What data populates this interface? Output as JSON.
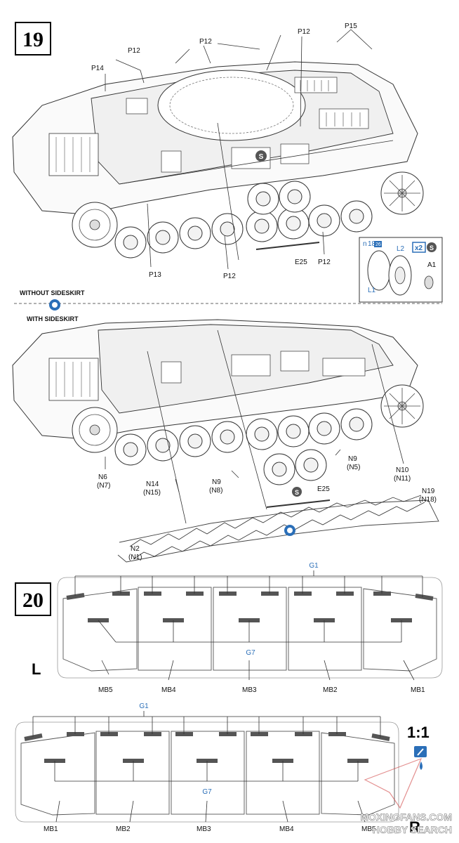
{
  "step19": {
    "number": "19",
    "labels": {
      "p14": "P14",
      "p12_a": "P12",
      "p12_b": "P12",
      "p12_c": "P12",
      "p15": "P15",
      "p13": "P13",
      "p12_d": "P12",
      "p12_e": "P12",
      "e25": "E25"
    },
    "inset": {
      "ref_a": "n",
      "ref_b": "18",
      "ref_c": "26",
      "l2": "L2",
      "l1": "L1",
      "a1": "A1",
      "qty": "x2",
      "s_badge": "S"
    },
    "s_badge": "S",
    "without_sideskirt": "WITHOUT SIDESKIRT",
    "with_sideskirt": "WITH SIDESKIRT",
    "skirt_labels": {
      "n6": "N6",
      "n7": "(N7)",
      "n14": "N14",
      "n15": "(N15)",
      "n9a": "N9",
      "n8": "(N8)",
      "e25": "E25",
      "s_badge": "S",
      "n9b": "N9",
      "n5": "(N5)",
      "n10": "N10",
      "n11": "(N11)",
      "n19": "N19",
      "n18": "(N18)",
      "n2": "N2",
      "n1": "(N1)"
    }
  },
  "step20": {
    "number": "20",
    "left": {
      "side": "L",
      "g1": "G1",
      "g7": "G7",
      "panels": [
        "MB5",
        "MB4",
        "MB3",
        "MB2",
        "MB1"
      ]
    },
    "right": {
      "side": "R",
      "g1": "G1",
      "g7": "G7",
      "panels": [
        "MB1",
        "MB2",
        "MB3",
        "MB4",
        "MB5"
      ]
    },
    "scale": "1:1"
  },
  "watermark": {
    "line1": "MOXINGFANS.COM",
    "line2": "HOBBY SEARCH"
  },
  "colors": {
    "blue": "#2b6fb8",
    "badge_gray": "#555555",
    "ink": "#111111"
  }
}
